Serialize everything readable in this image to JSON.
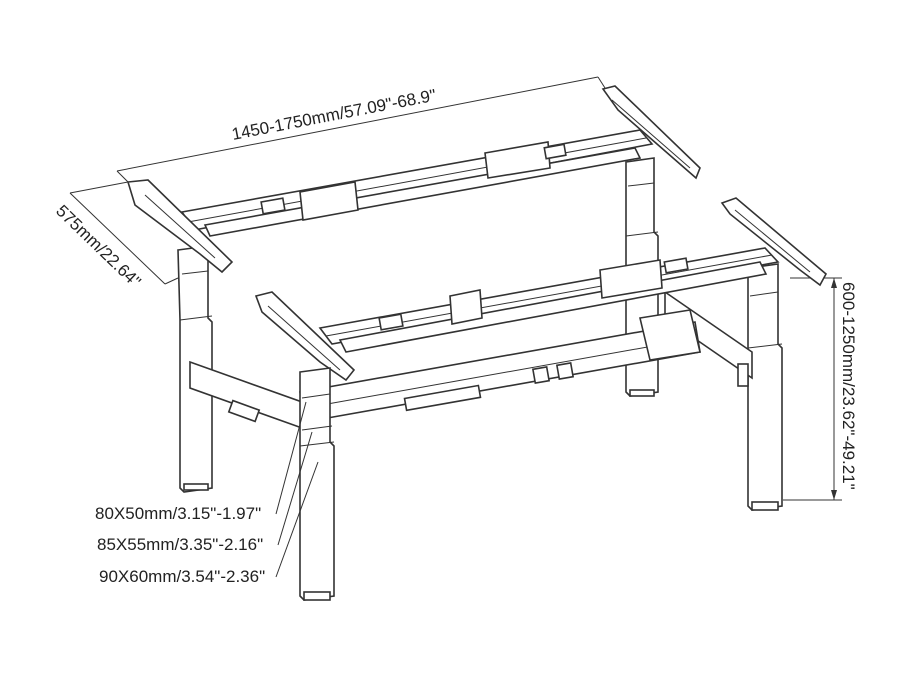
{
  "dimensions": {
    "width_label": "1450-1750mm/57.09\"-68.9\"",
    "depth_label": "575mm/22.64\"",
    "height_label": "600-1250mm/23.62\"-49.21\""
  },
  "leg_sections": [
    "80X50mm/3.15\"-1.97\"",
    "85X55mm/3.35\"-2.16\"",
    "90X60mm/3.54\"-2.36\""
  ]
}
